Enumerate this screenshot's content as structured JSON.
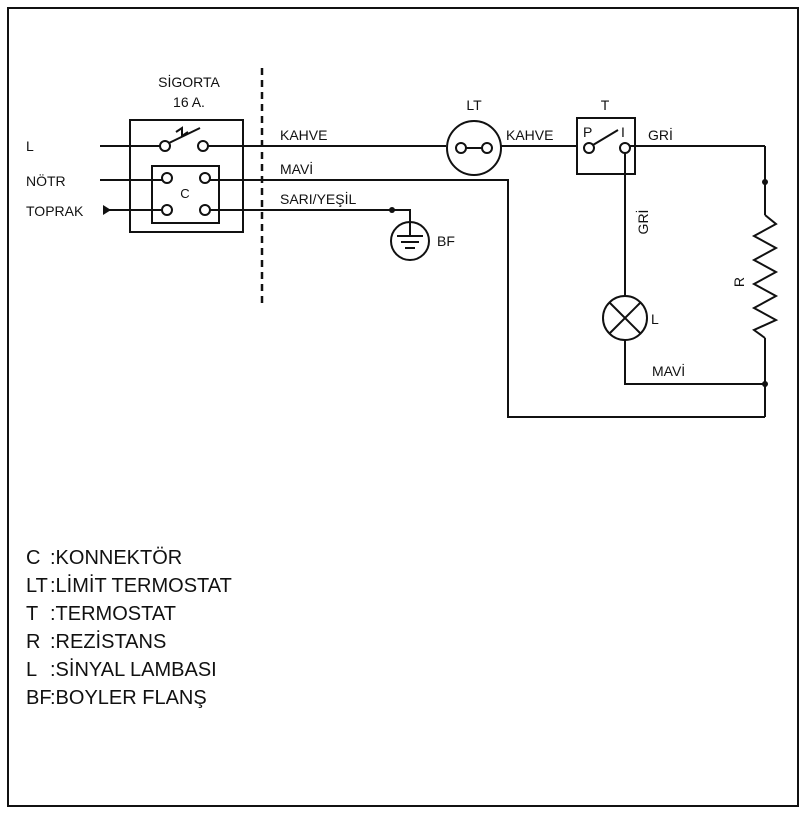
{
  "fuse": {
    "title": "SİGORTA",
    "rating": "16 A.",
    "connector_letter": "C"
  },
  "lines": {
    "live": "L",
    "neutral": "NÖTR",
    "earth": "TOPRAK"
  },
  "wires": {
    "brown_1": "KAHVE",
    "brown_2": "KAHVE",
    "blue_top": "MAVİ",
    "earth_wire": "SARI/YEŞİL",
    "grey_right": "GRİ",
    "grey_vertical": "GRİ",
    "blue_bottom": "MAVİ"
  },
  "components": {
    "limit_thermostat": "LT",
    "thermostat": "T",
    "thermostat_p": "P",
    "thermostat_i": "I",
    "boiler_flange": "BF",
    "resistor": "R",
    "lamp": "L"
  },
  "legend": [
    {
      "abbr": "C",
      "desc": ":KONNEKTÖR"
    },
    {
      "abbr": "LT",
      "desc": ":LİMİT TERMOSTAT"
    },
    {
      "abbr": "T",
      "desc": ":TERMOSTAT"
    },
    {
      "abbr": "R",
      "desc": ":REZİSTANS"
    },
    {
      "abbr": "L",
      "desc": ":SİNYAL LAMBASI"
    },
    {
      "abbr": "BF",
      "desc": ":BOYLER FLANŞ"
    }
  ]
}
